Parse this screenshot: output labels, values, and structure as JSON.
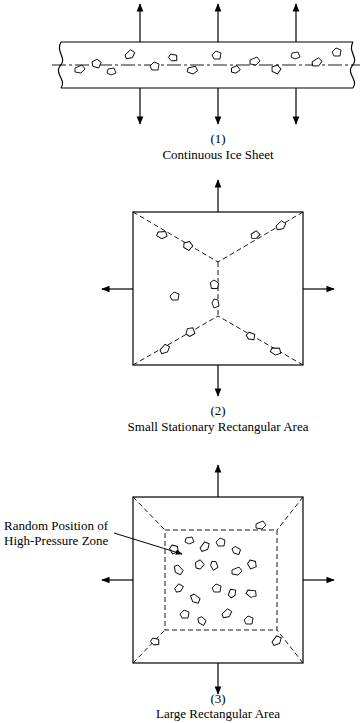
{
  "diagram": {
    "labels": [
      "(1)",
      "Continuous Ice Sheet",
      "(2)",
      "Small Stationary Rectangular Area",
      "(3)",
      "Large Rectangular Area",
      "Random Position of High-Pressure Zone"
    ]
  }
}
